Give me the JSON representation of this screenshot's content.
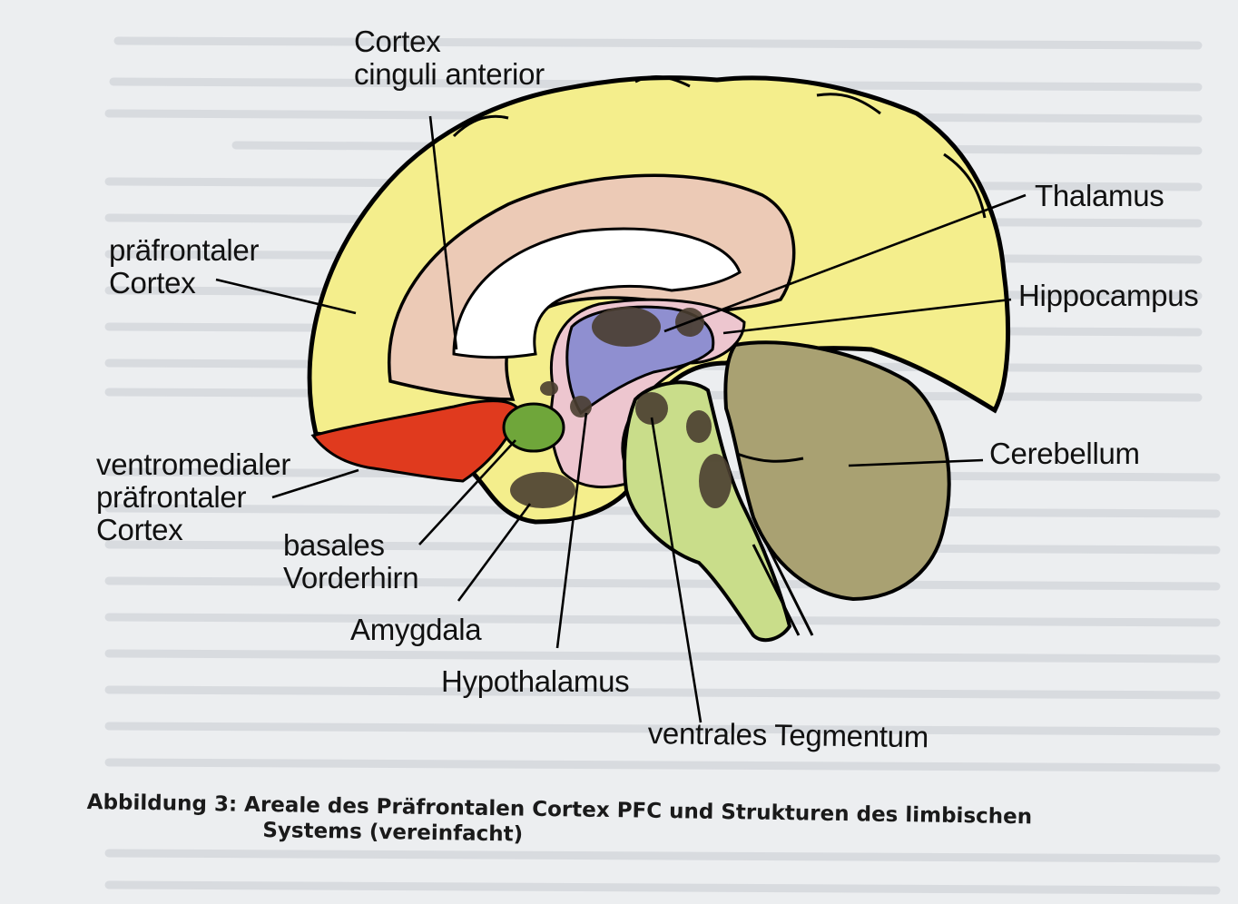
{
  "figure": {
    "labels": {
      "cortex_cinguli_anterior": [
        "Cortex",
        "cinguli anterior"
      ],
      "praefrontaler_cortex": [
        "präfrontaler",
        "Cortex"
      ],
      "ventromedialer_cortex": [
        "ventromedialer",
        "präfrontaler",
        "Cortex"
      ],
      "basales_vorderhirn": [
        "basales",
        "Vorderhirn"
      ],
      "amygdala": "Amygdala",
      "hypothalamus": "Hypothalamus",
      "ventrales_tegmentum": "ventrales Tegmentum",
      "thalamus": "Thalamus",
      "hippocampus": "Hippocampus",
      "cerebellum": "Cerebellum"
    },
    "caption": [
      "Abbildung 3: Areale des Präfrontalen Cortex PFC und Strukturen des limbischen",
      "Systems (vereinfacht)"
    ]
  },
  "colors": {
    "page": "#eceef0",
    "cortex": "#f4ee8c",
    "cingulate": "#eccab6",
    "vmpfc": "#e03a1e",
    "amygdala": "#6fa63a",
    "thalamus": "#8f8fd0",
    "brainstem": "#c9dd8a",
    "cerebellum": "#a9a172",
    "limbic_pink": "#edc6cf"
  }
}
